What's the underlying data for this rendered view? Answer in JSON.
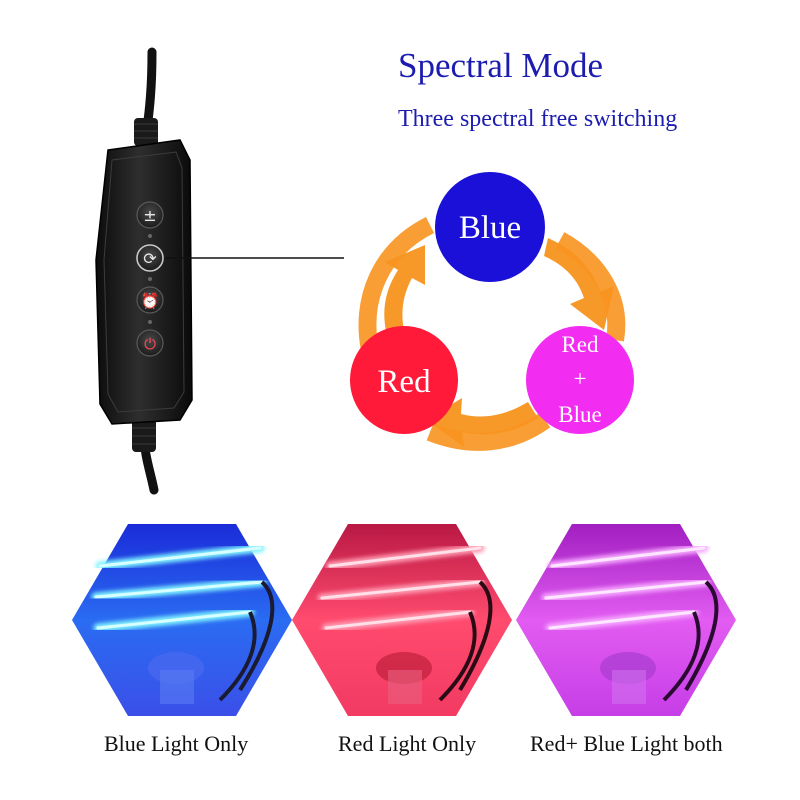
{
  "header": {
    "title": "Spectral Mode",
    "subtitle": "Three spectral free switching"
  },
  "cycle": {
    "blue_label": "Blue",
    "red_label": "Red",
    "mix_line1": "Red",
    "mix_line2": "+",
    "mix_line3": "Blue",
    "colors": {
      "blue": "#1a10d8",
      "red": "#ff1a3a",
      "mix": "#f22cf0",
      "arrow": "#f7931e"
    }
  },
  "captions": {
    "blue": "Blue Light Only",
    "red": "Red Light Only",
    "both": "Red+ Blue Light both"
  },
  "controller": {
    "buttons": [
      "±",
      "⟳",
      "⏰",
      "⏻"
    ]
  }
}
